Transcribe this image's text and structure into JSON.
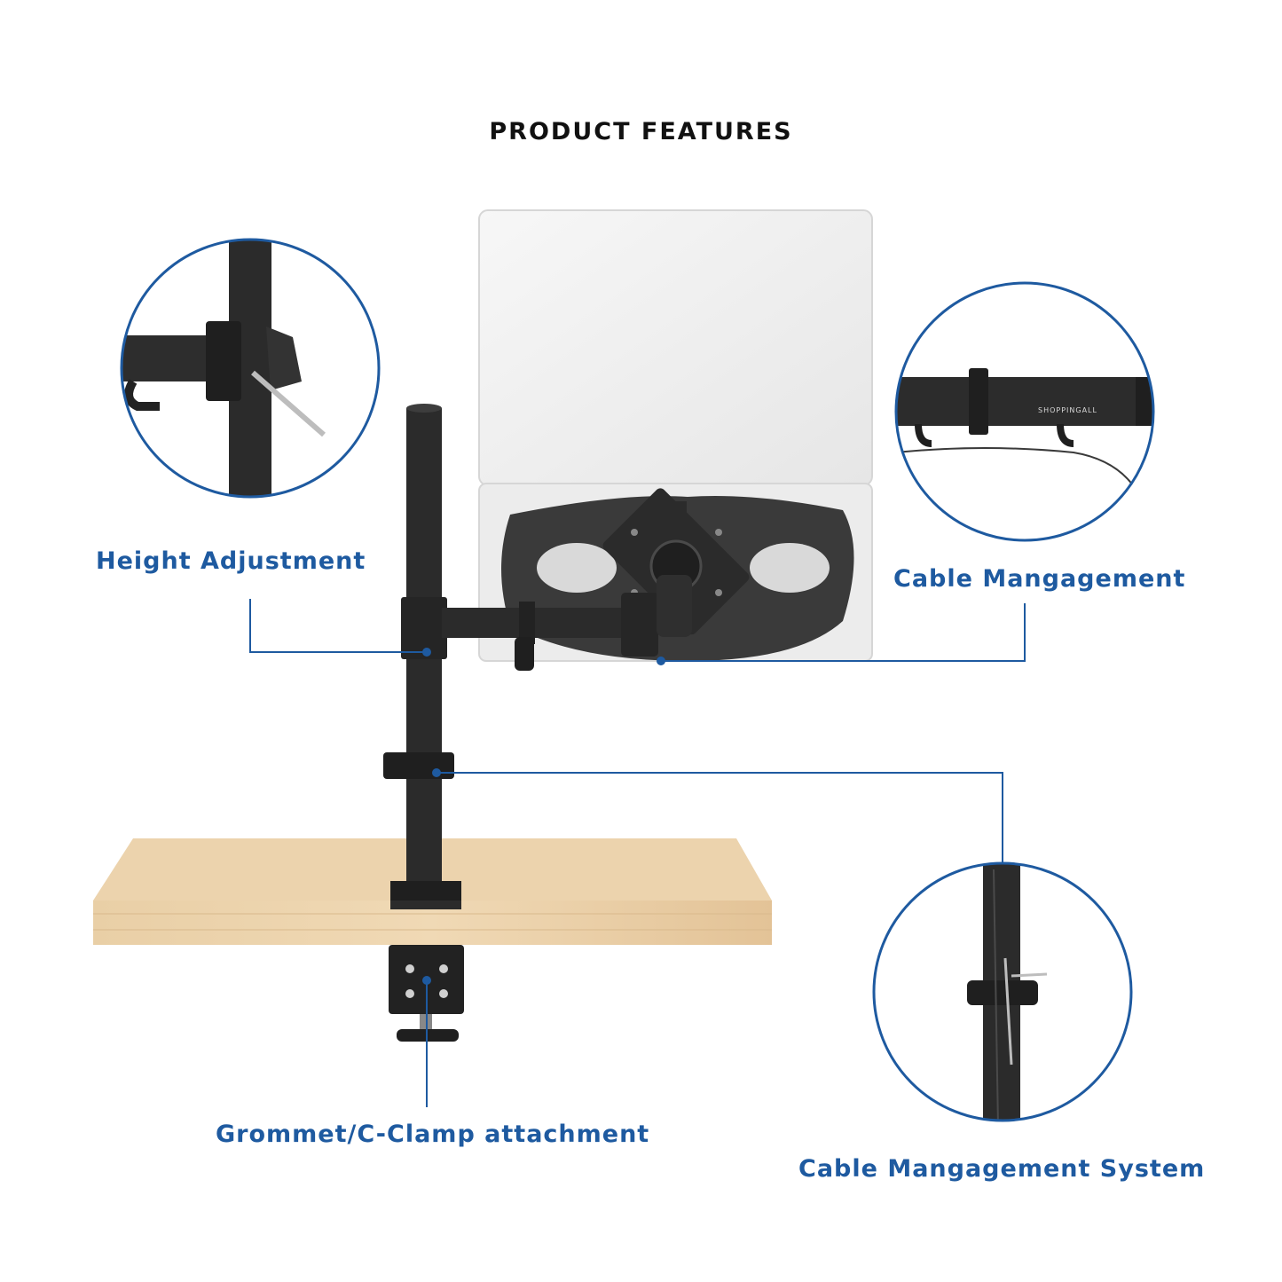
{
  "title": "PRODUCT FEATURES",
  "callouts": {
    "height_adjustment": "Height Adjustment",
    "cable_management": "Cable Mangagement",
    "cable_management_system": "Cable Mangagement System",
    "grommet_clamp": "Grommet/C-Clamp attachment"
  },
  "brand_mark": "SHOPPINGALL",
  "colors": {
    "accent": "#1e5aa0",
    "metal": "#2b2b2b",
    "monitor": "#f2f2f2",
    "desk": "#e6c9a0"
  }
}
